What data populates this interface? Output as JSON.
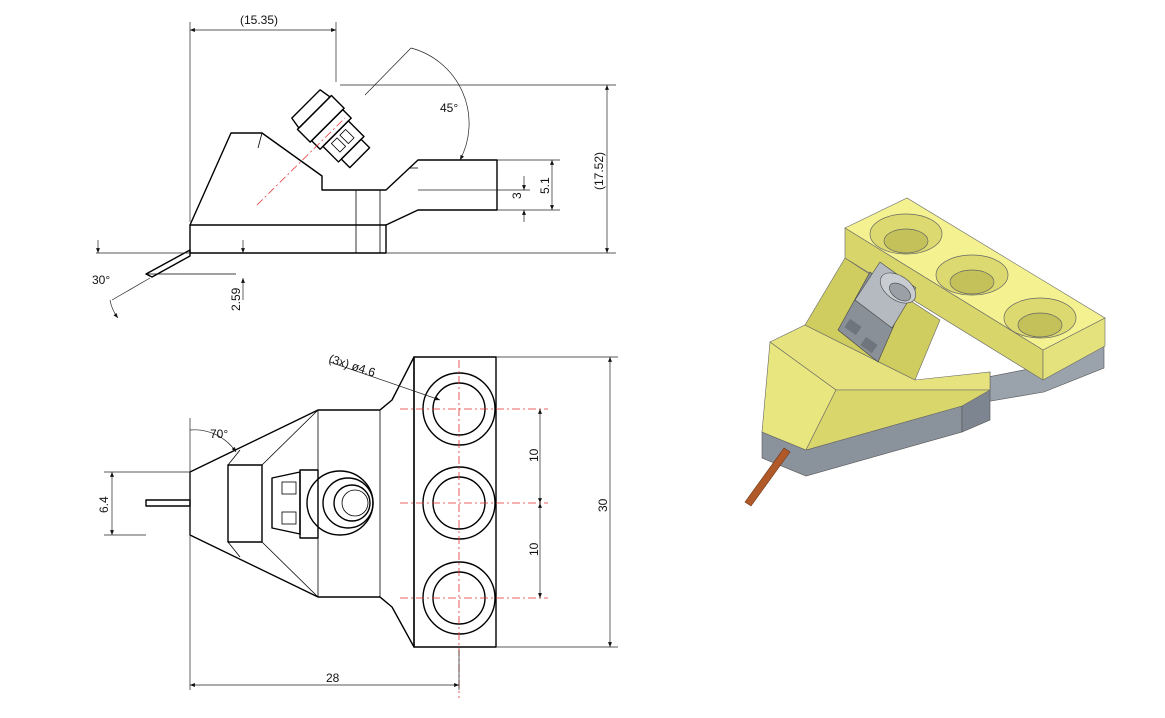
{
  "dimensions": {
    "side_width": "(15.35)",
    "side_angle_top": "45°",
    "side_height": "(17.52)",
    "side_small": "3",
    "side_mid": "5.1",
    "side_pin_angle": "30°",
    "side_pin_offset": "2.59",
    "top_hole_note": "(3x) ø4.6",
    "top_angle": "70°",
    "top_pin_height": "6.4",
    "top_pitch_1": "10",
    "top_pitch_2": "10",
    "top_total_height": "30",
    "top_length": "28"
  },
  "colors": {
    "body_yellow": "#f0ee8c",
    "body_yellow_dark": "#c9c65e",
    "base_gray": "#8a929c",
    "connector_gray": "#9aa0a6",
    "pin_copper": "#b05a2a",
    "center_line": "#e03030"
  }
}
